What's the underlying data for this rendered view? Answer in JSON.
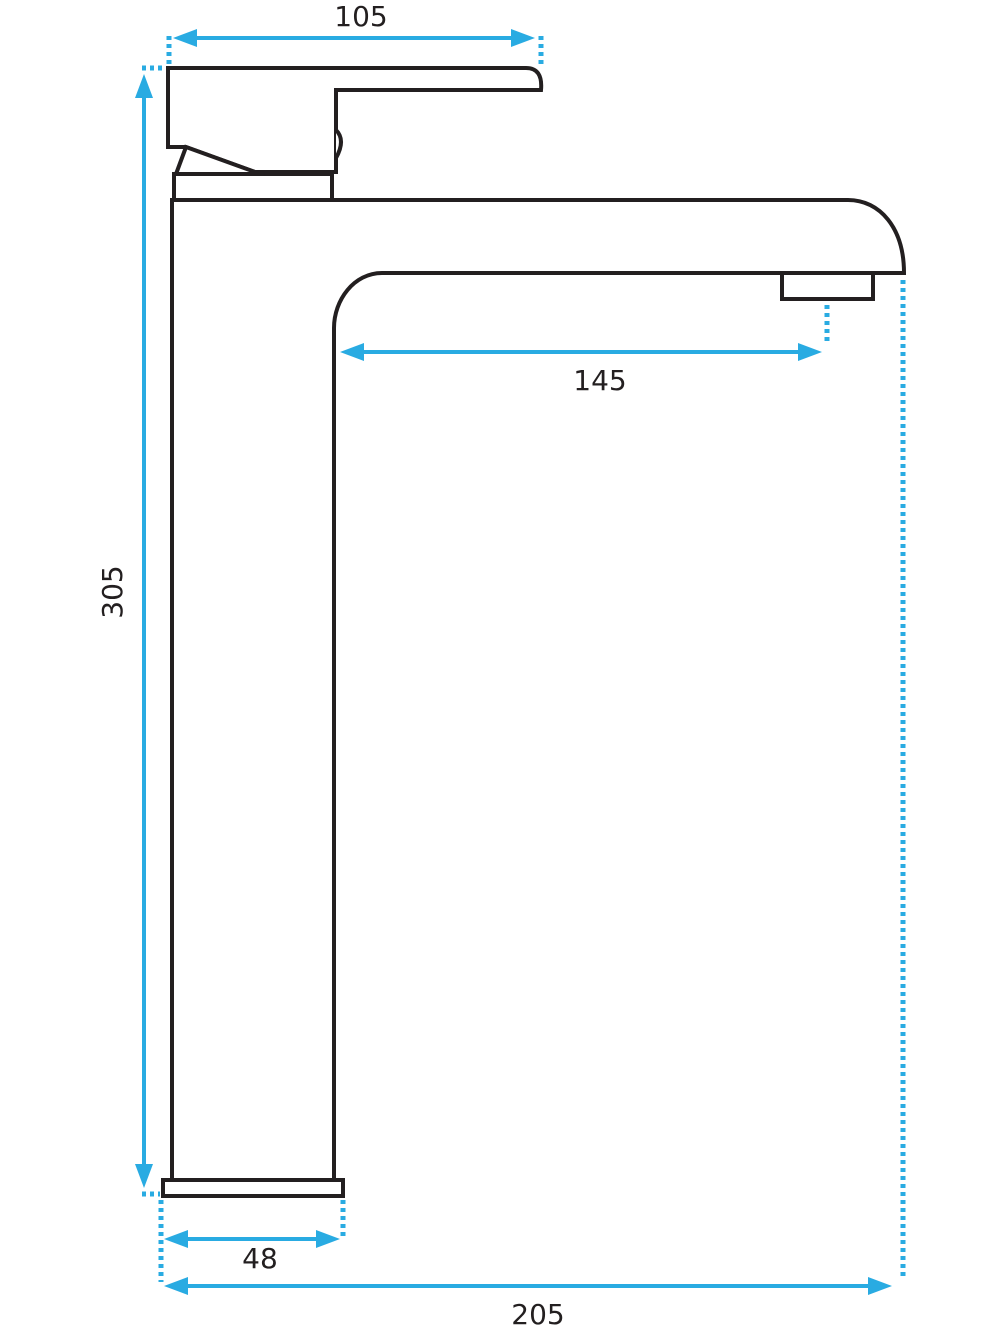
{
  "colors": {
    "outline": "#231f20",
    "dimension": "#29abe2"
  },
  "dimensions": {
    "handle_width": "105",
    "spout_reach": "145",
    "total_height": "305",
    "base_width": "48",
    "total_width": "205"
  }
}
